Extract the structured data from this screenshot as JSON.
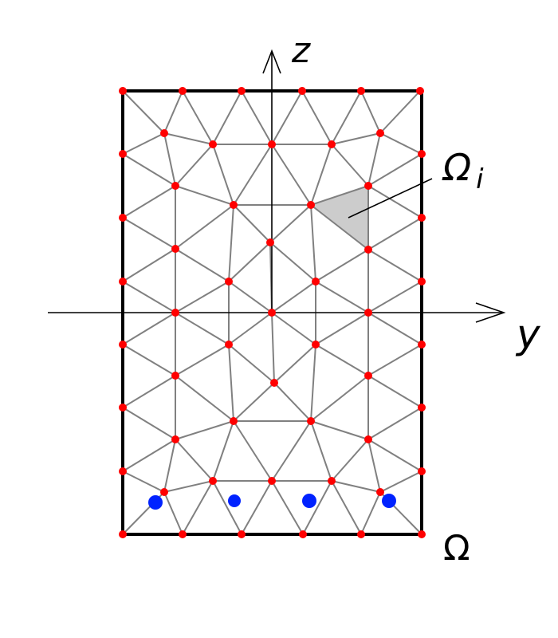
{
  "diagram": {
    "axis_z_label": "z",
    "axis_y_label": "y",
    "element_label": "Ω",
    "element_subscript": "i",
    "domain_label": "Ω",
    "colors": {
      "mesh_edge": "#808080",
      "node": "#ff0000",
      "gauss_point": "#0022ff",
      "element_fill": "#cccccc",
      "boundary": "#000000"
    }
  }
}
